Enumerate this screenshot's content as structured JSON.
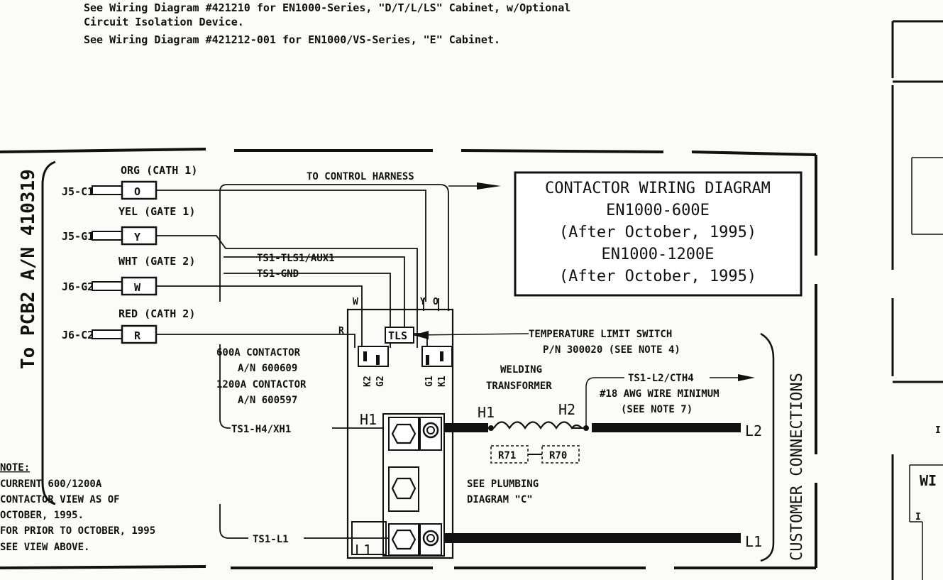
{
  "header": {
    "line1": "See Wiring Diagram #421210 for EN1000-Series, \"D/T/L/LS\" Cabinet, w/Optional",
    "line2": "Circuit Isolation Device.",
    "line3": "See Wiring Diagram #421212-001 for EN1000/VS-Series, \"E\" Cabinet."
  },
  "side_label": "To PCB2 A/N 410319",
  "customer_label": "CUSTOMER CONNECTIONS",
  "title_box": {
    "line1": "CONTACTOR WIRING DIAGRAM",
    "line2": "EN1000-600E",
    "line3": "(After October, 1995)",
    "line4": "EN1000-1200E",
    "line5": "(After October, 1995)"
  },
  "connectors": [
    {
      "pin": "J5-C1",
      "wire": "ORG (CATH 1)",
      "code": "O"
    },
    {
      "pin": "J5-G1",
      "wire": "YEL (GATE 1)",
      "code": "Y"
    },
    {
      "pin": "J6-G2",
      "wire": "WHT (GATE 2)",
      "code": "W"
    },
    {
      "pin": "J6-C2",
      "wire": "RED (CATH 2)",
      "code": "R"
    }
  ],
  "labels": {
    "control_harness": "TO CONTROL HARNESS",
    "ts1_tls1": "TS1-TLS1/AUX1",
    "ts1_gnd": "TS1-GND",
    "ts1_h4": "TS1-H4/XH1",
    "ts1_l1": "TS1-L1",
    "ts1_l2": "TS1-L2/CTH4",
    "contactor_600": "600A CONTACTOR",
    "an_600609": "A/N 600609",
    "contactor_1200": "1200A CONTACTOR",
    "an_600597": "A/N 600597",
    "tls": "TLS",
    "temp_switch": "TEMPERATURE LIMIT SWITCH",
    "temp_pn": "P/N 300020 (SEE NOTE 4)",
    "welding": "WELDING",
    "transformer": "TRANSFORMER",
    "awg": "#18 AWG WIRE MINIMUM",
    "see_note7": "(SEE NOTE 7)",
    "h1": "H1",
    "h2": "H2",
    "h1_block": "H1",
    "l1_block": "L1",
    "l1_out": "L1",
    "l2_out": "L2",
    "r71": "R71",
    "r70": "R70",
    "plumbing1": "SEE PLUMBING",
    "plumbing2": "DIAGRAM \"C\"",
    "term_k2": "K2",
    "term_g2": "G2",
    "term_g1": "G1",
    "term_k1": "K1",
    "w_top": "W",
    "y_top": "Y",
    "o_top": "O",
    "r_top": "R"
  },
  "note": {
    "head": "NOTE:",
    "l1": "CURRENT 600/1200A",
    "l2": "CONTACTOR VIEW AS OF",
    "l3": "OCTOBER, 1995.",
    "l4": "FOR PRIOR TO OCTOBER, 1995",
    "l5": "SEE VIEW ABOVE."
  },
  "right_panel": {
    "frag1": "I",
    "frag2": "WI",
    "frag3": "I"
  }
}
